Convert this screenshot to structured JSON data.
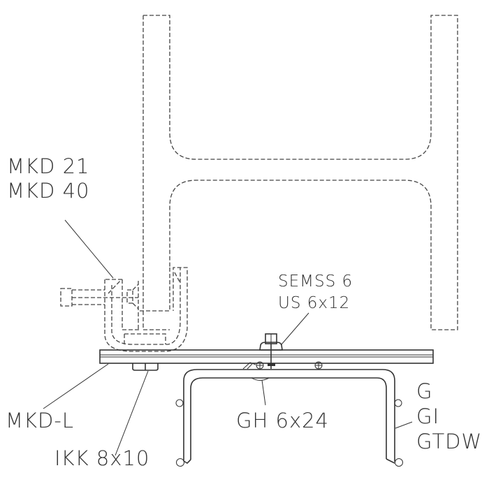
{
  "labels": {
    "mkd21": "MKD 21",
    "mkd40": "MKD 40",
    "semss": "SEMSS 6",
    "us": "US 6x12",
    "mkdl": "MKD-L",
    "ikk": "IKK 8x10",
    "gh": "GH 6x24",
    "g": "G",
    "gi": "GI",
    "gtdw": "GTDW"
  }
}
